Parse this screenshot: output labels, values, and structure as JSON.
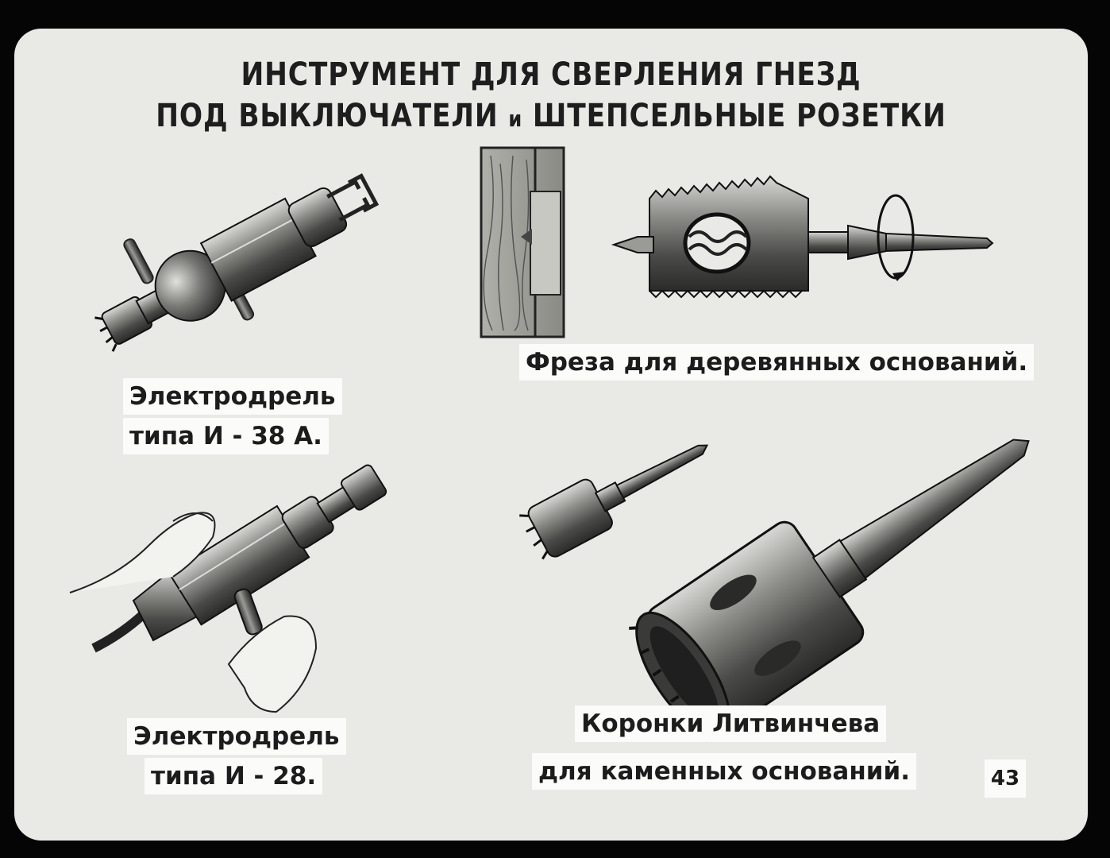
{
  "slide": {
    "title_line1": "ИНСТРУМЕНТ ДЛЯ СВЕРЛЕНИЯ ГНЕЗД",
    "title_line2_a": "ПОД ВЫКЛЮЧАТЕЛИ",
    "title_line2_b": "и",
    "title_line2_c": "ШТЕПСЕЛЬНЫЕ РОЗЕТКИ",
    "page_number": "43"
  },
  "captions": {
    "drill_38a_line1": "Электродрель",
    "drill_38a_line2": "типа  И - 38 А.",
    "cutter_wood": "Фреза  для  деревянных  оснований.",
    "drill_28_line1": "Электродрель",
    "drill_28_line2": "типа  И - 28.",
    "crowns_line1": "Коронки  Литвинчева",
    "crowns_line2": "для  каменных  оснований."
  },
  "icons": [
    "drill-i38a-illustration",
    "wood-cutter-illustration",
    "drill-i28-illustration",
    "stone-crown-illustration"
  ]
}
